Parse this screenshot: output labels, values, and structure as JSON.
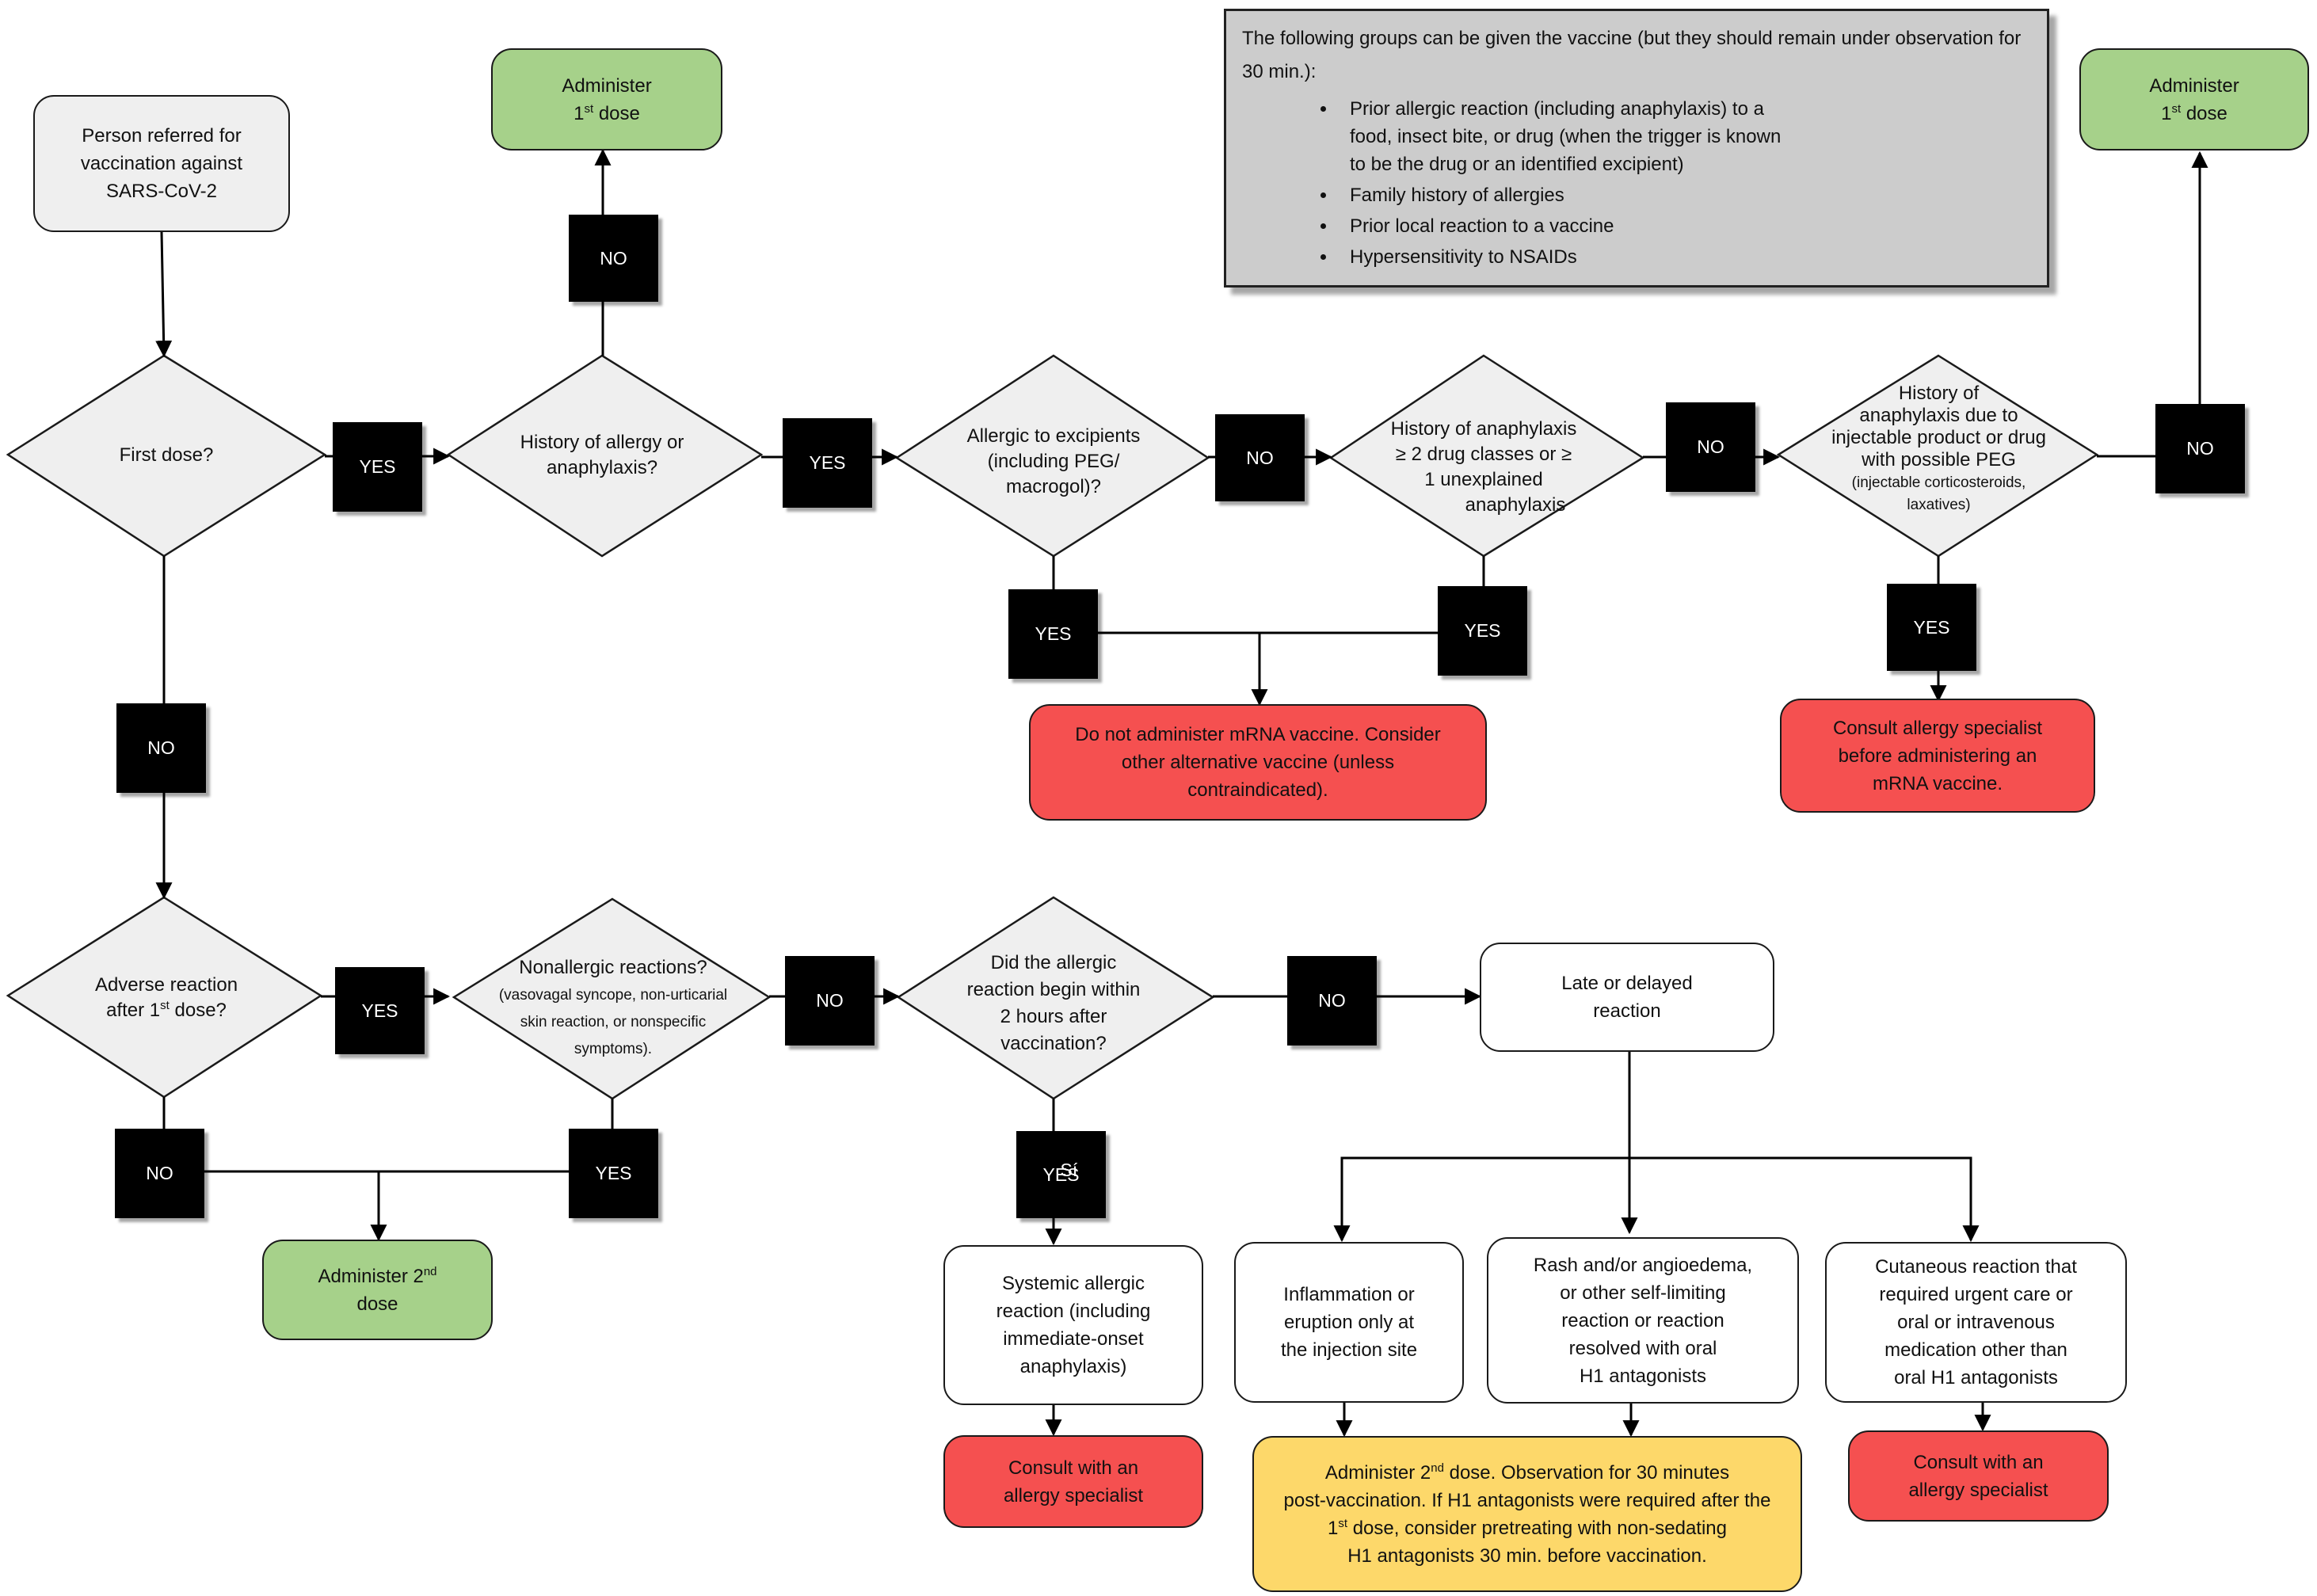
{
  "note": {
    "intro": "The following groups can be given the vaccine (but they should remain under observation for 30 min.):",
    "items": [
      "Prior allergic reaction (including anaphylaxis) to a food, insect bite, or drug (when the trigger is known to be the drug or an identified excipient)",
      "Family history of allergies",
      "Prior local reaction to a vaccine",
      "Hypersensitivity to NSAIDs"
    ]
  },
  "nodes": {
    "referred": [
      "Person referred for",
      "vaccination against",
      "SARS-CoV-2"
    ],
    "admin_first_a": {
      "pre": "Administer",
      "num": "1",
      "sup": "st",
      "post": " dose"
    },
    "admin_first_b": {
      "pre": "Administer",
      "num": "1",
      "sup": "st",
      "post": " dose"
    },
    "do_not_admin": [
      "Do not administer mRNA vaccine. Consider",
      "other alternative vaccine (unless",
      "contraindicated)."
    ],
    "consult_before": [
      "Consult allergy specialist",
      "before administering an",
      "mRNA vaccine."
    ],
    "late_delayed": [
      "Late or delayed",
      "reaction"
    ],
    "admin_second": {
      "pre": "Administer 2",
      "sup": "nd",
      "post": "dose"
    },
    "systemic": [
      "Systemic allergic",
      "reaction (including",
      "immediate-onset",
      "anaphylaxis)"
    ],
    "inflammation": [
      "Inflammation or",
      "eruption only at",
      "the injection site"
    ],
    "rash": [
      "Rash and/or angioedema,",
      "or other self-limiting",
      "reaction or reaction",
      "resolved with oral",
      "H1 antagonists"
    ],
    "cutaneous": [
      "Cutaneous reaction that",
      "required urgent care or",
      "oral or intravenous",
      "medication other than",
      "oral H1 antagonists"
    ],
    "consult_specialist_a": [
      "Consult with an",
      "allergy specialist"
    ],
    "consult_specialist_b": [
      "Consult with an",
      "allergy specialist"
    ],
    "admin_second_obs": {
      "l1_pre": "Administer 2",
      "l1_sup": "nd",
      "l1_post": " dose. Observation for 30 minutes",
      "l2": "post-vaccination. If H1 antagonists were required after the",
      "l3_num": "1",
      "l3_sup": "st",
      "l3_post": " dose, consider pretreating with non-sedating",
      "l4": "H1 antagonists 30 min. before vaccination."
    }
  },
  "diamonds": {
    "first_dose": [
      "First dose?"
    ],
    "history_allergy": [
      "History of allergy or",
      "anaphylaxis?"
    ],
    "excipients": [
      "Allergic to excipients",
      "(including PEG/",
      "macrogol)?"
    ],
    "history_anaphylaxis": [
      "History of anaphylaxis",
      "≥ 2 drug classes or ≥",
      "1 unexplained",
      "anaphylaxis"
    ],
    "peg": {
      "lines": [
        "History of",
        "anaphylaxis due to",
        "injectable product or drug",
        "with possible PEG"
      ],
      "small": [
        "(injectable corticosteroids,",
        "laxatives)"
      ]
    },
    "adverse": {
      "l1": "Adverse reaction",
      "l2_pre": "after 1",
      "l2_sup": "st",
      "l2_post": " dose?"
    },
    "nonallergic": {
      "l1": "Nonallergic reactions?",
      "small": [
        "(vasovagal syncope, non-urticarial",
        "skin reaction, or nonspecific",
        "symptoms)."
      ]
    },
    "two_hours": [
      "Did the allergic",
      "reaction begin within",
      "2 hours after",
      "vaccination?"
    ]
  },
  "labels": {
    "yes": "YES",
    "no": "NO",
    "yes_glitch": "YES",
    "yes_glitch_overlay": "Sí"
  },
  "colors": {
    "green": "#a6d18a",
    "red": "#f55050",
    "yellow": "#fdd86a",
    "grey_box": "#efefef",
    "note_bg": "#cccccc",
    "label_bg": "#000000"
  }
}
